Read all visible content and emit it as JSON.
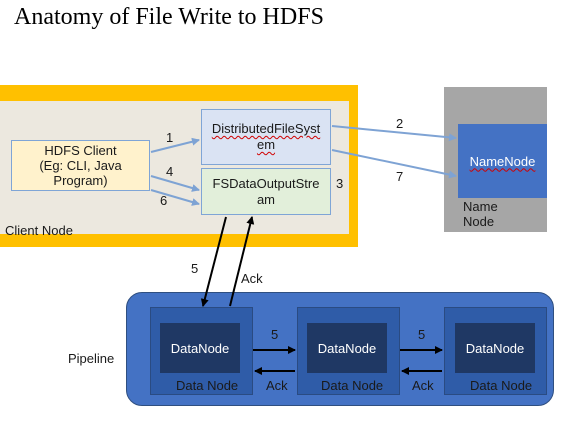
{
  "title": "Anatomy of File Write to HDFS",
  "client_node": {
    "label": "Client Node",
    "hdfs_client": "HDFS Client\n(Eg: CLI, Java\nProgram)",
    "distributed_fs": "DistributedFileSyst\nem",
    "fs_data_output_stream": "FSDataOutputStre\nam"
  },
  "steps": {
    "s1": "1",
    "s2": "2",
    "s3": "3",
    "s4": "4",
    "s5_up": "5",
    "s6": "6",
    "s7": "7",
    "ack_up": "Ack",
    "s5_dn1": "5",
    "s5_dn2": "5"
  },
  "name_node": {
    "box_label": "NameNode",
    "label": "Name\nNode"
  },
  "pipeline": {
    "label": "Pipeline",
    "datanodes": [
      {
        "inner": "DataNode",
        "outer": "Data Node"
      },
      {
        "inner": "DataNode",
        "outer": "Data Node"
      },
      {
        "inner": "DataNode",
        "outer": "Data Node"
      }
    ],
    "ack_1": "Ack",
    "ack_2": "Ack"
  },
  "colors": {
    "client_node": "#ffc000",
    "name_node": "#a6a6a6",
    "pipeline": "#4472c4",
    "arrow": "#7ea3d4"
  }
}
